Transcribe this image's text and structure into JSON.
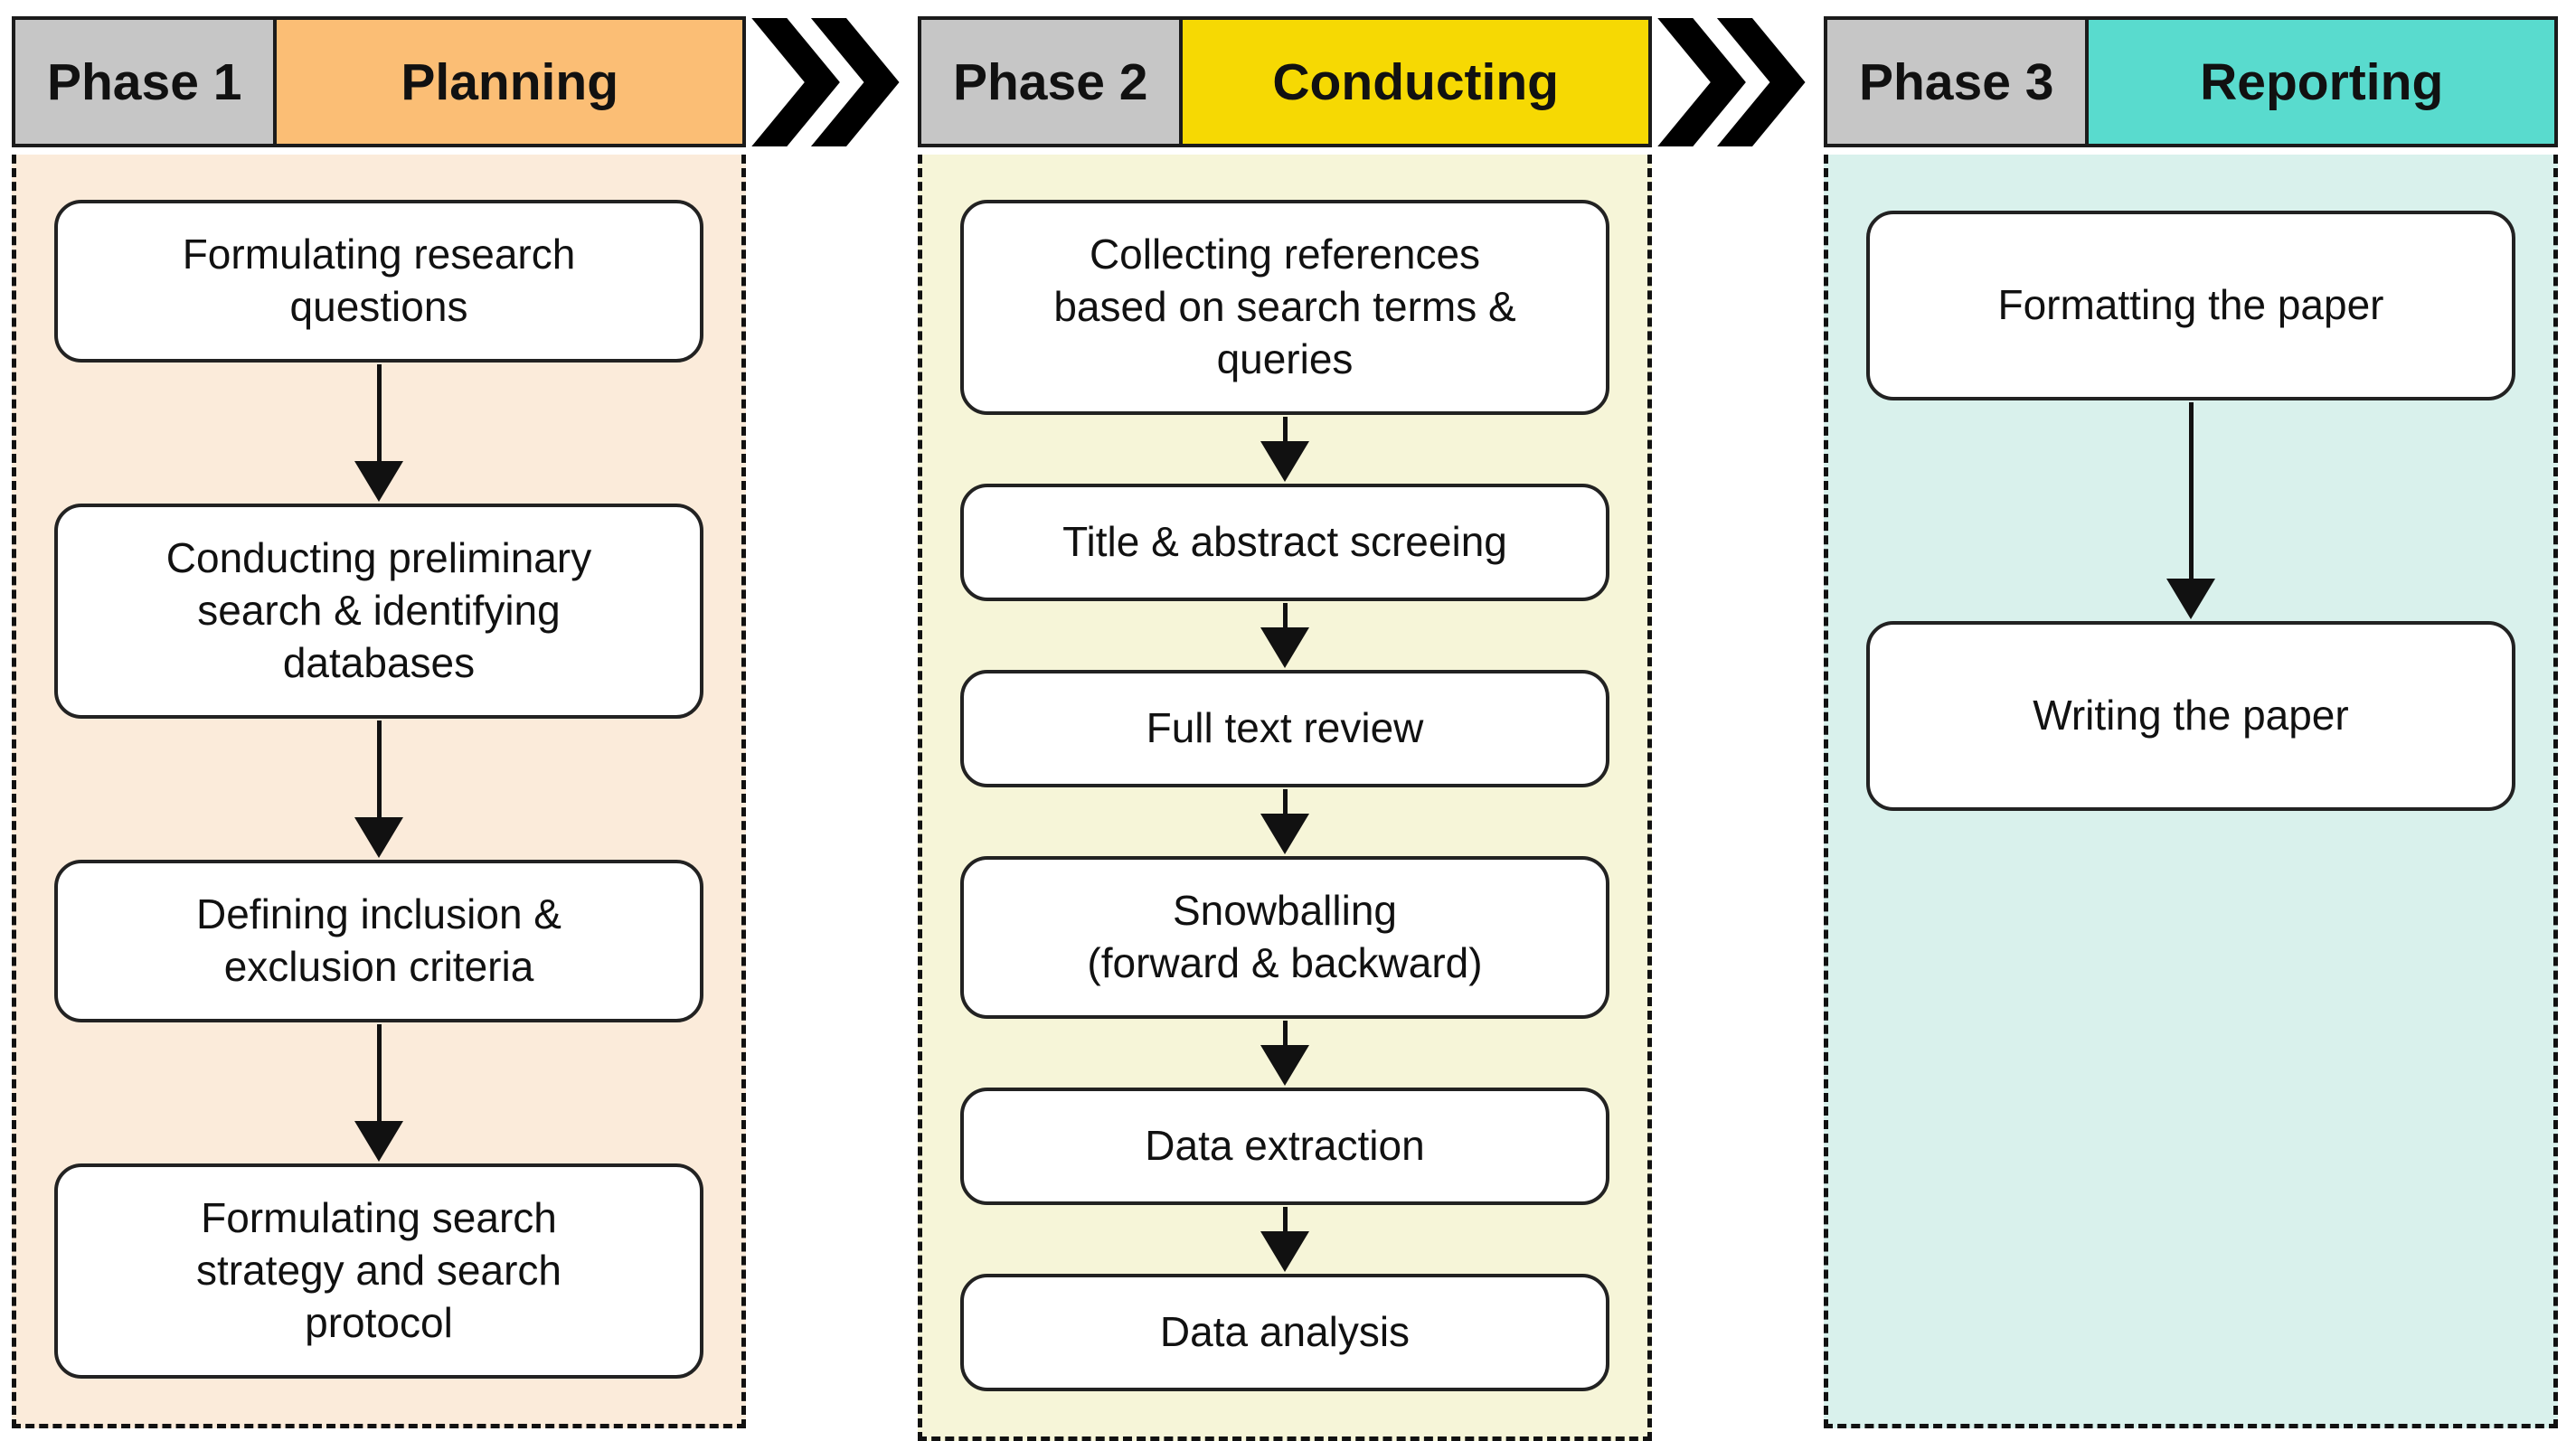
{
  "figure": {
    "description": "Three-phase systematic literature review workflow",
    "colors": {
      "phase_label_bg": "#C6C6C6",
      "box_bg": "#FFFFFF",
      "border": "#1B1B1B",
      "arrow": "#111111",
      "page_bg": "#FFFFFF",
      "chevron": "#000000"
    },
    "phases": [
      {
        "phase_label": "Phase 1",
        "title": "Planning",
        "title_bg": "#FBBE75",
        "panel_bg": "#FBEBDA",
        "steps": [
          "Formulating research\nquestions",
          "Conducting preliminary\nsearch & identifying\ndatabases",
          "Defining inclusion &\nexclusion criteria",
          "Formulating search\nstrategy and search\nprotocol"
        ]
      },
      {
        "phase_label": "Phase 2",
        "title": "Conducting",
        "title_bg": "#F6D903",
        "panel_bg": "#F6F5D8",
        "steps": [
          "Collecting references\nbased on search terms &\nqueries",
          "Title & abstract screeing",
          "Full text review",
          "Snowballing\n(forward & backward)",
          "Data extraction",
          "Data analysis"
        ]
      },
      {
        "phase_label": "Phase 3",
        "title": "Reporting",
        "title_bg": "#59DBCE",
        "panel_bg": "#D9F1EC",
        "steps": [
          "Formatting the paper",
          "Writing the paper"
        ]
      }
    ]
  }
}
